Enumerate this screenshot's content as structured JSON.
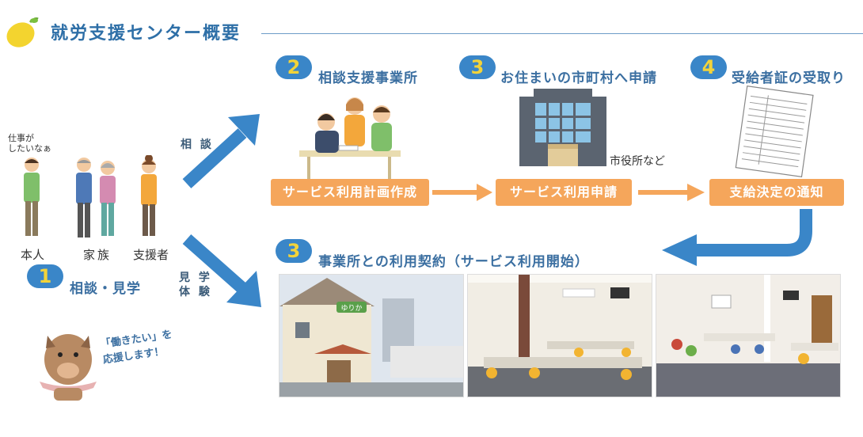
{
  "title": "就労支援センター概要",
  "steps": {
    "s1": {
      "num": "1",
      "label": "相談・見学"
    },
    "s2": {
      "num": "2",
      "label": "相談支援事業所"
    },
    "s3a": {
      "num": "3",
      "label": "お住まいの市町村へ申請"
    },
    "s4": {
      "num": "4",
      "label": "受給者証の受取り"
    },
    "s3b": {
      "num": "3",
      "label": "事業所との利用契約（サービス利用開始）"
    }
  },
  "boxes": {
    "plan": "サービス利用計画作成",
    "apply": "サービス利用申請",
    "notice": "支給決定の通知"
  },
  "city_hall_note": "市役所など",
  "people": {
    "thought_line1": "仕事が",
    "thought_line2": "したいなぁ",
    "self": "本人",
    "family": "家族",
    "supporter": "支援者"
  },
  "arrows": {
    "consult": "相 談",
    "visit_line1": "見 学",
    "visit_line2": "体 験"
  },
  "mascot": {
    "line1": "「働きたい」を",
    "line2": "応援します！"
  },
  "sign_text": "ゆりか",
  "colors": {
    "accent_blue": "#3a86c8",
    "orange": "#f5a65b",
    "title_blue": "#2e6fa7"
  }
}
